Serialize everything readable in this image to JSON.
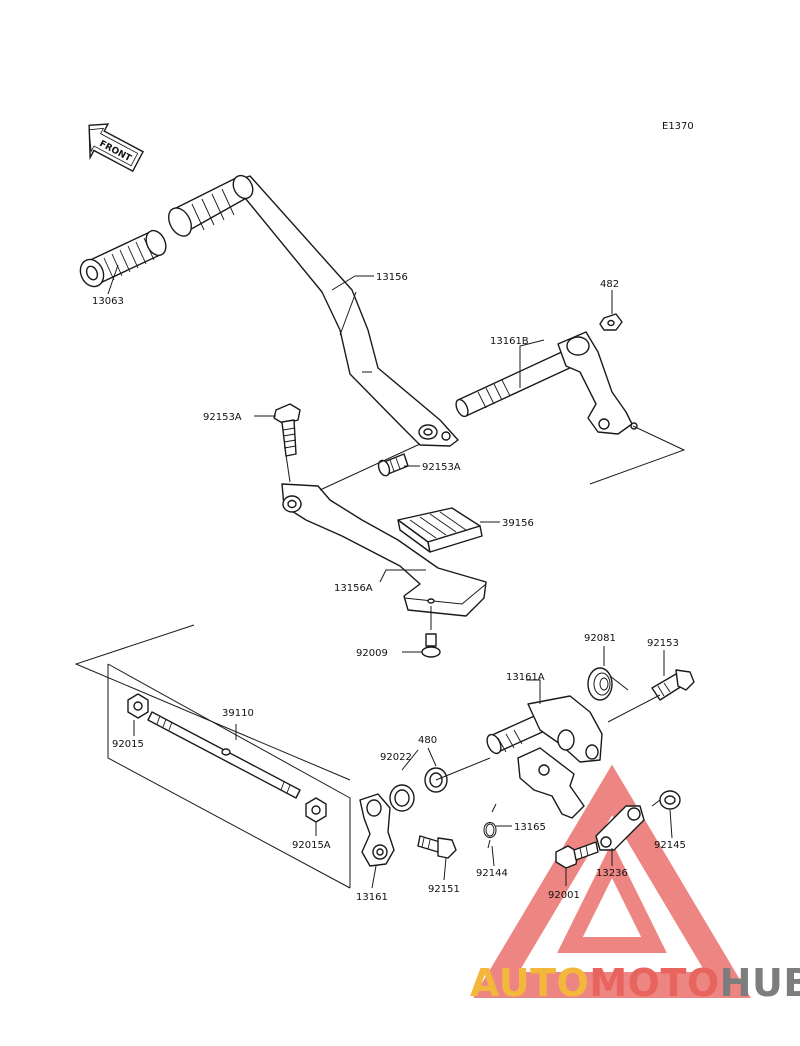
{
  "diagram": {
    "code": "E1370",
    "front_label": "FRONT",
    "labels": {
      "l13156": "13156",
      "l13063": "13063",
      "l482": "482",
      "l13161B": "13161B",
      "l92153A_top": "92153A",
      "l92153A_mid": "92153A",
      "l39156": "39156",
      "l13156A": "13156A",
      "l92009": "92009",
      "l92081": "92081",
      "l92153": "92153",
      "l13161A": "13161A",
      "l39110": "39110",
      "l480": "480",
      "l92022": "92022",
      "l92015": "92015",
      "l13165": "13165",
      "l92015A": "92015A",
      "l92145": "92145",
      "l13236": "13236",
      "l92144": "92144",
      "l92151": "92151",
      "l13161": "13161",
      "l92001": "92001"
    }
  },
  "watermark": {
    "part1": "AUTO",
    "part2": "MOTO",
    "part3": "HUB",
    "color1": "#f3b73c",
    "color2": "#e8645f",
    "color3": "#7d7d7d"
  }
}
